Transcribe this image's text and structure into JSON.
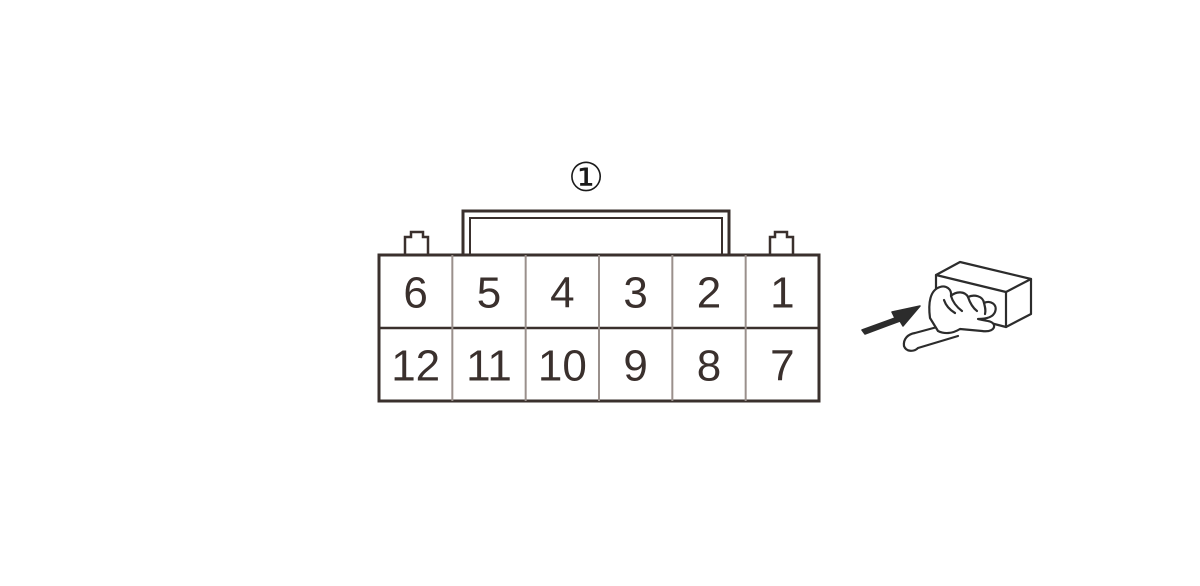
{
  "callout": {
    "label": "①"
  },
  "connector": {
    "rows": [
      [
        "6",
        "5",
        "4",
        "3",
        "2",
        "1"
      ],
      [
        "12",
        "11",
        "10",
        "9",
        "8",
        "7"
      ]
    ],
    "outline_color": "#3a302d",
    "divider_color": "#9a908c"
  },
  "icons": {
    "view_direction": "hand-pushing-connector-icon"
  }
}
